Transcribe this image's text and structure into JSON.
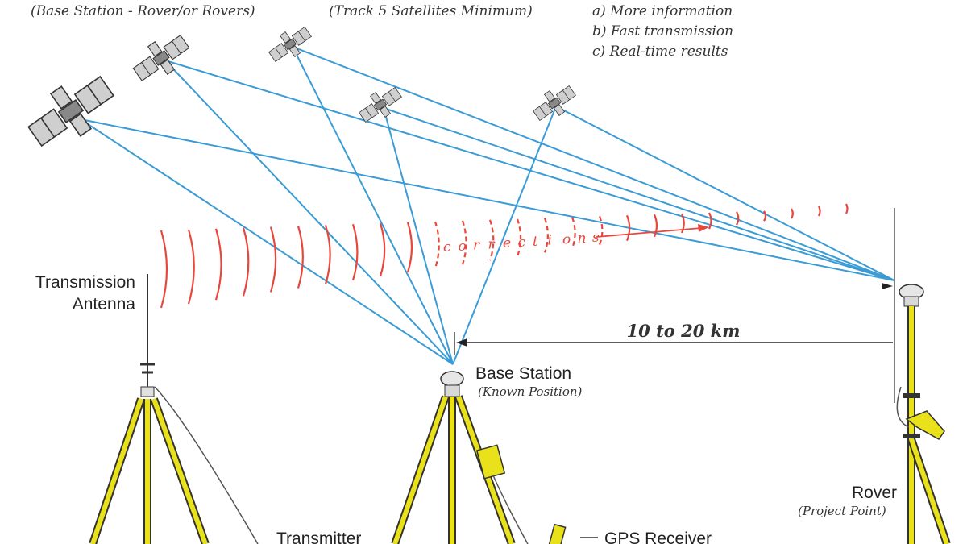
{
  "header": {
    "mode_note": "(Base Station - Rover/or Rovers)",
    "track_note": "(Track 5 Satellites Minimum)",
    "benefits": [
      "a)  More information",
      "b)  Fast transmission",
      "c)  Real-time results"
    ]
  },
  "labels": {
    "antenna_line1": "Transmission",
    "antenna_line2": "Antenna",
    "base_station": "Base Station",
    "base_station_sub": "(Known Position)",
    "distance": "10 to 20 km",
    "rover": "Rover",
    "rover_sub": "(Project Point)",
    "transmitter": "Transmitter",
    "gps_receiver": "GPS Receiver"
  },
  "signal": {
    "text_letters": [
      "c",
      "o",
      "r",
      "r",
      "e",
      "c",
      "t",
      "i",
      "o",
      "n",
      "s"
    ]
  },
  "colors": {
    "satellite_link": "#3a9bd5",
    "radio_wave": "#e8473c",
    "tripod_leg": "#e9e21a",
    "outline": "#333333",
    "satellite_panel": "#cfcfcf"
  },
  "satellites": [
    "satellite-1",
    "satellite-2",
    "satellite-3",
    "satellite-4",
    "satellite-5"
  ]
}
